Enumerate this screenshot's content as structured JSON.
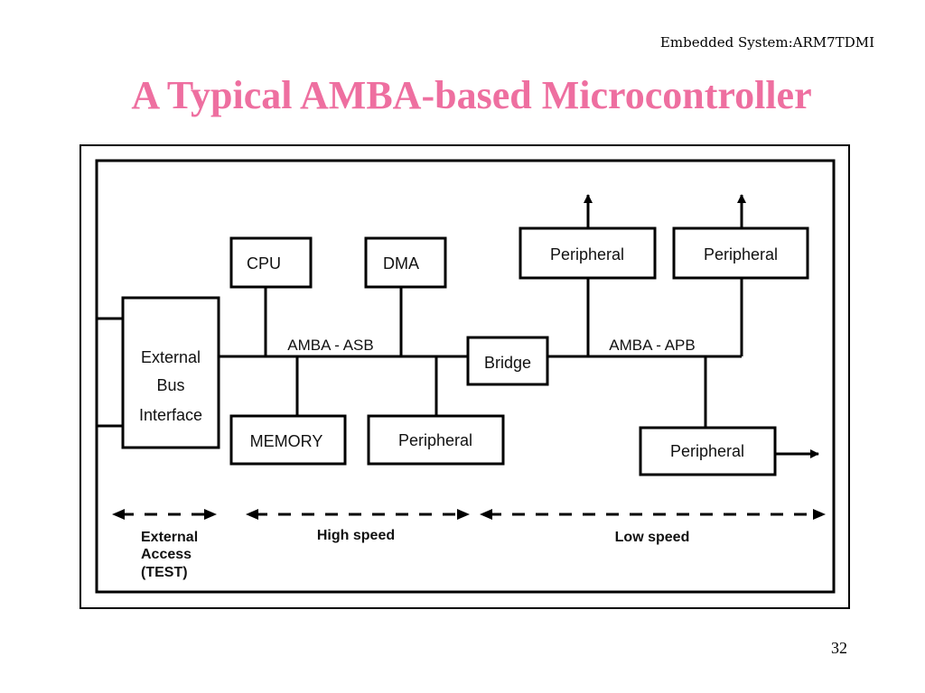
{
  "header_note": "Embedded System:ARM7TDMI",
  "title": "A Typical AMBA-based Microcontroller",
  "page_number": "32",
  "colors": {
    "title": "#ee6fa0",
    "lines": "#000000"
  },
  "diagram": {
    "blocks": {
      "external_bus_interface": [
        "External",
        "Bus",
        "Interface"
      ],
      "cpu": "CPU",
      "dma": "DMA",
      "memory": "MEMORY",
      "bridge": "Bridge",
      "peripheral_asb": "Peripheral",
      "peripheral_apb_top_left": "Peripheral",
      "peripheral_apb_top_right": "Peripheral",
      "peripheral_apb_bottom": "Peripheral"
    },
    "buses": {
      "asb": "AMBA - ASB",
      "apb": "AMBA - APB"
    },
    "zones": {
      "external": [
        "External",
        "Access",
        "(TEST)"
      ],
      "high_speed": "High speed",
      "low_speed": "Low speed"
    }
  }
}
